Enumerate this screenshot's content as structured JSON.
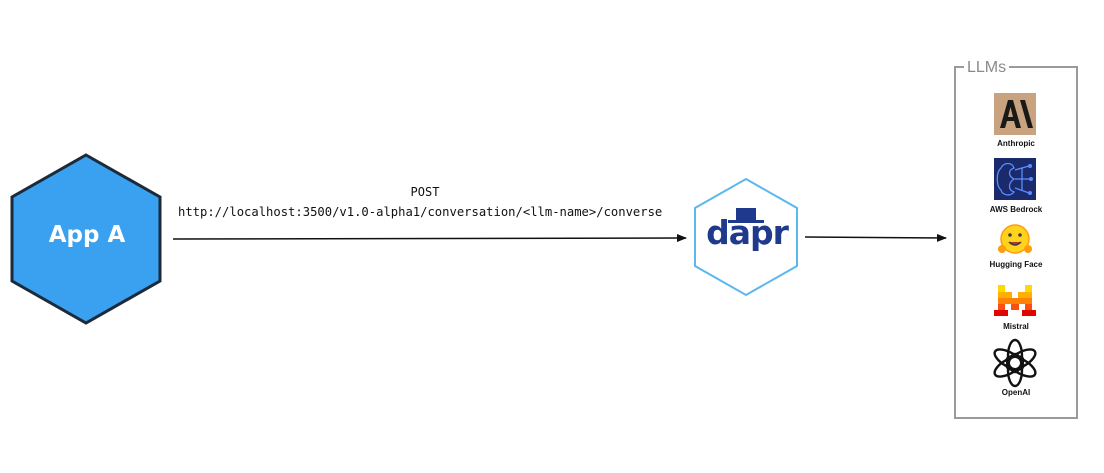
{
  "app": {
    "label": "App A"
  },
  "request": {
    "method": "POST",
    "endpoint": "http://localhost:3500/v1.0-alpha1/conversation/<llm-name>/converse"
  },
  "dapr": {
    "label": "dapr"
  },
  "llms": {
    "title": "LLMs",
    "providers": [
      {
        "name": "Anthropic",
        "icon": "anthropic-logo-icon"
      },
      {
        "name": "AWS Bedrock",
        "icon": "aws-bedrock-logo-icon"
      },
      {
        "name": "Hugging Face",
        "icon": "hugging-face-logo-icon"
      },
      {
        "name": "Mistral",
        "icon": "mistral-logo-icon"
      },
      {
        "name": "OpenAI",
        "icon": "openai-logo-icon"
      }
    ]
  },
  "colors": {
    "app_fill": "#3aa0f0",
    "app_stroke": "#1c2a3a",
    "dapr_stroke": "#5bb8ef",
    "dapr_text": "#1f3a8c",
    "llms_box": "#9a9a9a",
    "arrow": "#111111"
  }
}
